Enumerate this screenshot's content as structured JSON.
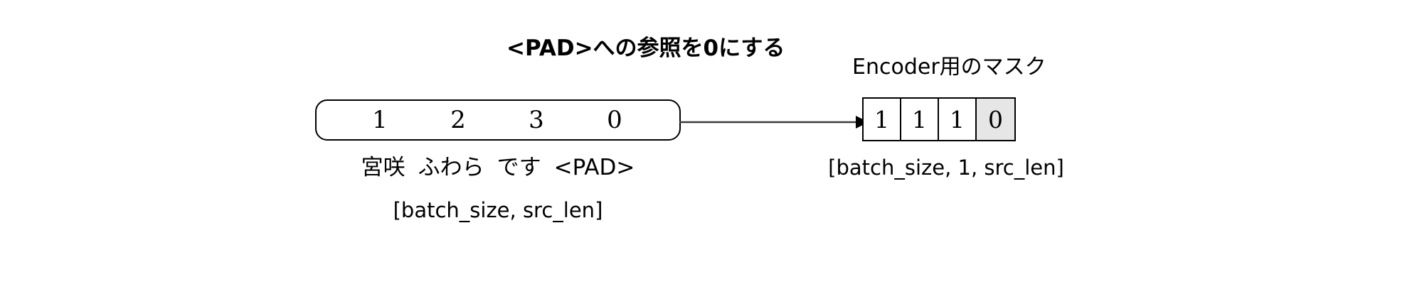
{
  "diagram": {
    "title": "<PAD>への参照を0にする",
    "mask_caption": "Encoder用のマスク",
    "sequence": {
      "values": [
        "1",
        "2",
        "3",
        "0"
      ],
      "tokens": [
        "宮咲",
        "ふわら",
        "です",
        "<PAD>"
      ],
      "shape_label": "[batch_size, src_len]"
    },
    "mask": {
      "cells": [
        {
          "value": "1",
          "shaded": false
        },
        {
          "value": "1",
          "shaded": false
        },
        {
          "value": "1",
          "shaded": false
        },
        {
          "value": "0",
          "shaded": true
        }
      ],
      "shape_label": "[batch_size, 1, src_len]"
    },
    "arrow": {
      "direction": "right",
      "from": "sequence-box",
      "to": "mask-grid"
    },
    "colors": {
      "stroke": "#000000",
      "background": "#ffffff",
      "shaded_cell": "#e6e6e6"
    }
  }
}
